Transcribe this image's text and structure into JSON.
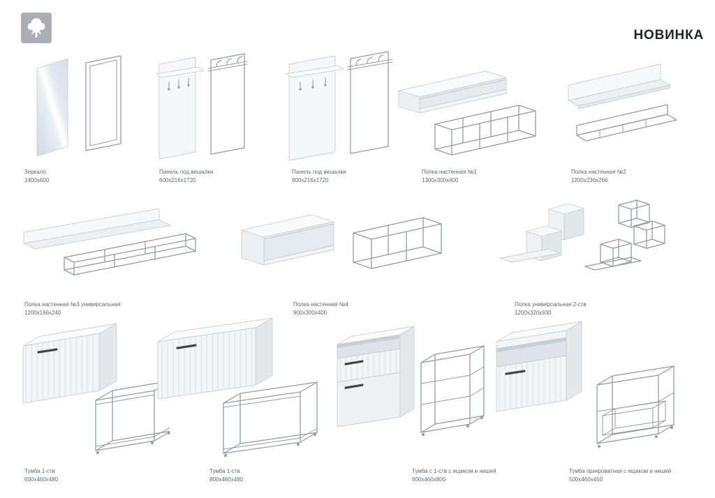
{
  "page": {
    "badge": "НОВИНКА"
  },
  "logo": {
    "icon": "tree-icon"
  },
  "products": [
    {
      "name": "Зеркало",
      "dims": "1400x600"
    },
    {
      "name": "Панель под вешалки",
      "dims": "600x216x1720"
    },
    {
      "name": "Панель под вешалки",
      "dims": "800x216x1720"
    },
    {
      "name": "Полка настенная №1",
      "dims": "1300x300x400"
    },
    {
      "name": "Полка настенная №2",
      "dims": "1200x236x266"
    },
    {
      "name": "Полка настенная №3 универсальная",
      "dims": "1200x166x240"
    },
    {
      "name": "Полка настенная №4",
      "dims": "900x300x400"
    },
    {
      "name": "Полка универсальная 2-ств",
      "dims": "1200x320x930"
    },
    {
      "name": "Тумба 1-ств",
      "dims": "600x460x480"
    },
    {
      "name": "Тумба 1-ств",
      "dims": "800x460x480"
    },
    {
      "name": "Тумба с 1-ств с ящиком и нишей",
      "dims": "600x460x800"
    },
    {
      "name": "Тумба прикроватная с ящиком и нишей",
      "dims": "500x460x450"
    }
  ],
  "colors": {
    "accent_text": "#1b2631",
    "wireframe": "#939ba2",
    "label_text": "#5f676e",
    "logo_bg": "#a9afb5"
  }
}
